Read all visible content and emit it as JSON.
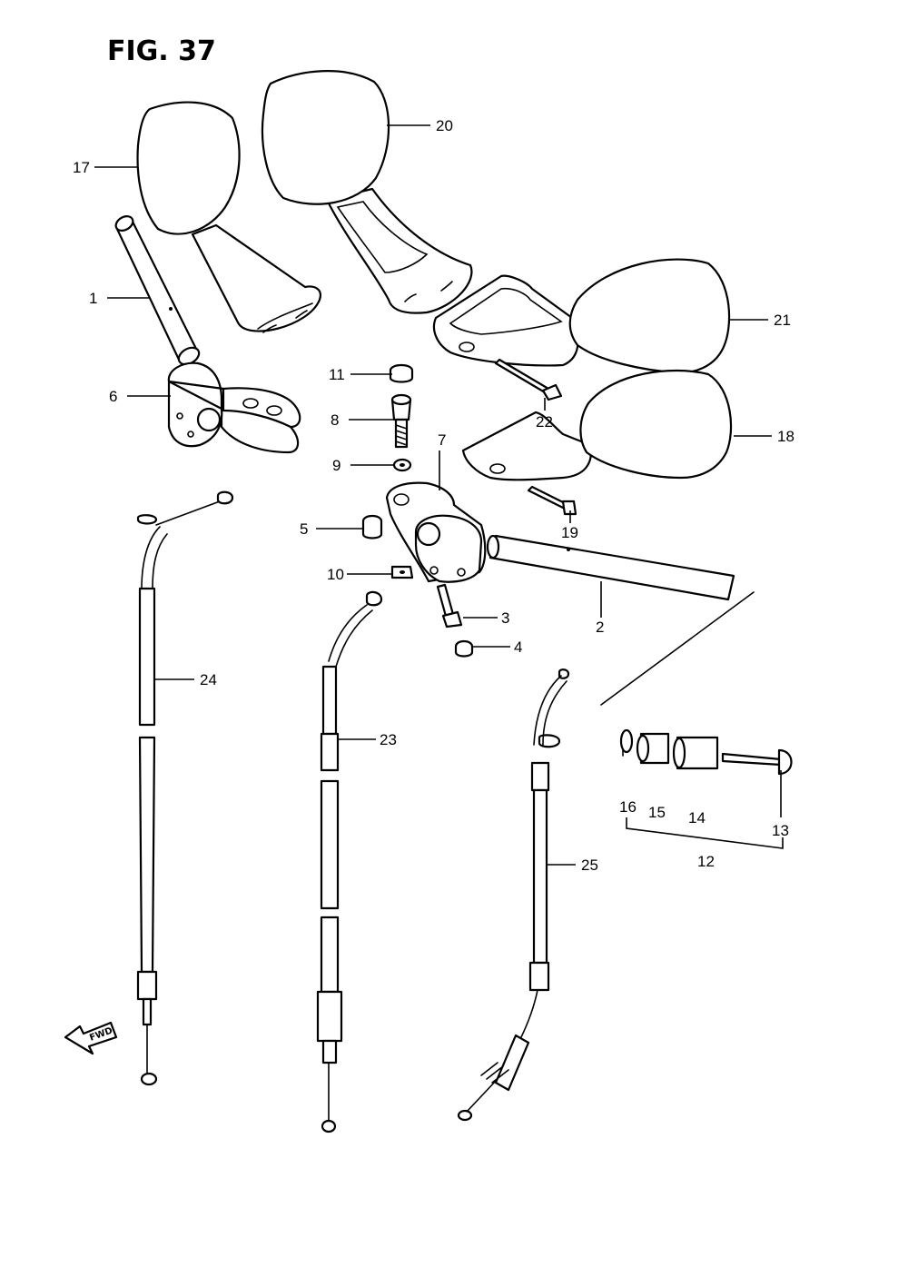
{
  "figure": {
    "title": "FIG. 37",
    "fwd_label": "FWD"
  },
  "callouts": [
    {
      "id": "1",
      "text": "1"
    },
    {
      "id": "2",
      "text": "2"
    },
    {
      "id": "3",
      "text": "3"
    },
    {
      "id": "4",
      "text": "4"
    },
    {
      "id": "5",
      "text": "5"
    },
    {
      "id": "6",
      "text": "6"
    },
    {
      "id": "7",
      "text": "7"
    },
    {
      "id": "8",
      "text": "8"
    },
    {
      "id": "9",
      "text": "9"
    },
    {
      "id": "10",
      "text": "10"
    },
    {
      "id": "11",
      "text": "11"
    },
    {
      "id": "12",
      "text": "12"
    },
    {
      "id": "13",
      "text": "13"
    },
    {
      "id": "14",
      "text": "14"
    },
    {
      "id": "15",
      "text": "15"
    },
    {
      "id": "16",
      "text": "16"
    },
    {
      "id": "17",
      "text": "17"
    },
    {
      "id": "18",
      "text": "18"
    },
    {
      "id": "19",
      "text": "19"
    },
    {
      "id": "20",
      "text": "20"
    },
    {
      "id": "21",
      "text": "21"
    },
    {
      "id": "22",
      "text": "22"
    },
    {
      "id": "23",
      "text": "23"
    },
    {
      "id": "24",
      "text": "24"
    },
    {
      "id": "25",
      "text": "25"
    }
  ]
}
